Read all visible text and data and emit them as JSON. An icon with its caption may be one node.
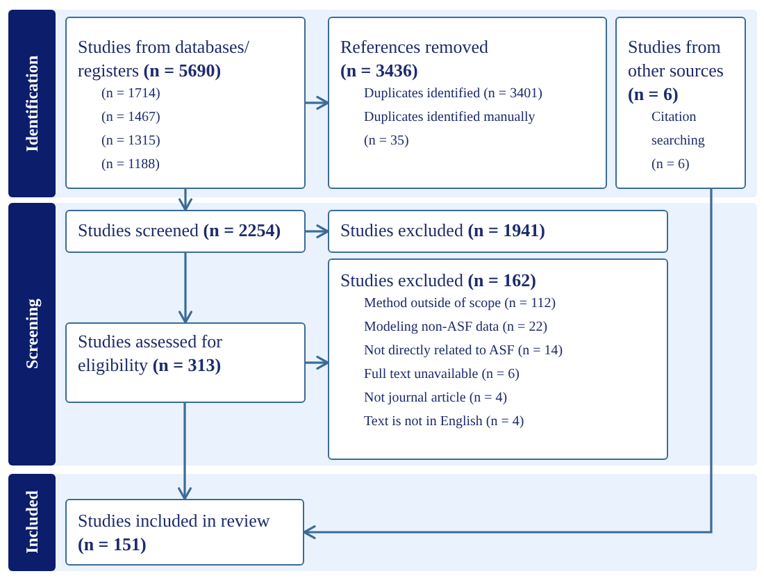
{
  "diagram": {
    "nodes": [
      {
        "text": [
          "Identification"
        ]
      },
      {
        "text": [
          "Studies from databases/ registers **(n = 5690)**",
          "(n = 1714)",
          "(n = 1467)",
          "(n = 1315)",
          "(n = 1188)"
        ],
        "in": 0
      },
      {
        "text": [
          "References removed **(n = 3436)**",
          "Duplicates identified (n = 3401)",
          "Duplicates identified manually (n = 35)"
        ],
        "in": 0
      },
      {
        "text": [
          "Studies from other sources **(n = 6)**",
          "Citation searching (n = 6)"
        ],
        "in": 0
      },
      {
        "text": [
          "Screening"
        ]
      },
      {
        "text": [
          "Studies screened **(n = 2254)**"
        ],
        "in": 4
      },
      {
        "text": [
          "Studies excluded **(n = 1941)**"
        ],
        "in": 4
      },
      {
        "text": [
          "Studies assessed for eligibility **(n = 313)**"
        ],
        "in": 4
      },
      {
        "text": [
          "Studies excluded **(n = 162)**",
          "Method outside of scope (n = 112)",
          "Modeling non-ASF data (n = 22)",
          "Not directly related to ASF (n = 14)",
          "Full text unavailable (n = 6)",
          "Not journal article (n = 4)",
          "Text is not in English (n = 4)"
        ],
        "in": 4
      },
      {
        "text": [
          "Included"
        ]
      },
      {
        "text": [
          "Studies included in review **(n = 151)**"
        ],
        "in": 9
      }
    ],
    "edges": [
      {
        "from": 1,
        "to": 2,
        "arrow": "to"
      },
      {
        "from": 1,
        "to": 5,
        "arrow": "to"
      },
      {
        "from": 5,
        "to": 6,
        "arrow": "to"
      },
      {
        "from": 5,
        "to": 7,
        "arrow": "to"
      },
      {
        "from": 7,
        "to": 8,
        "arrow": "to"
      },
      {
        "from": 7,
        "to": 10,
        "arrow": "to"
      },
      {
        "from": 3,
        "to": 10,
        "arrow": "to"
      }
    ]
  }
}
